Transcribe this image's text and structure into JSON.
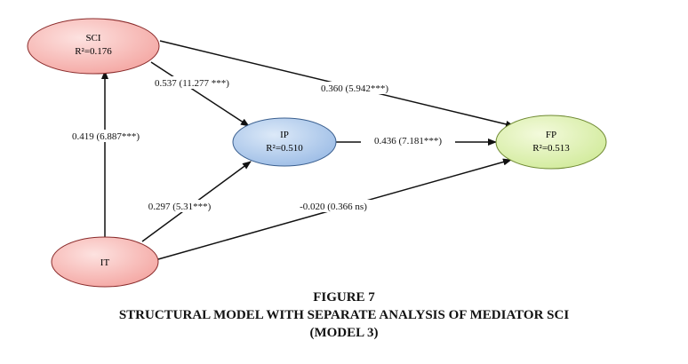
{
  "nodes": {
    "sci": {
      "name": "SCI",
      "r2": "R²=0.176",
      "fill": "#f7c7c4",
      "stroke": "#8a2b2b"
    },
    "ip": {
      "name": "IP",
      "r2": "R²=0.510",
      "fill": "#b9d2ef",
      "stroke": "#3a5f8f"
    },
    "fp": {
      "name": "FP",
      "r2": "R²=0.513",
      "fill": "#e2f2b8",
      "stroke": "#6f8a32"
    },
    "it": {
      "name": "IT",
      "r2": "",
      "fill": "#f7c7c4",
      "stroke": "#8a2b2b"
    }
  },
  "edges": {
    "it_sci": "0.419 (6.887***)",
    "sci_ip": "0.537 (11.277 ***)",
    "sci_fp": "0.360 (5.942***)",
    "ip_fp": "0.436 (7.181***)",
    "it_ip": "0.297 (5.31***)",
    "it_fp": "-0.020 (0.366 ns)"
  },
  "caption": {
    "figure": "FIGURE 7",
    "line1": "STRUCTURAL MODEL WITH SEPARATE ANALYSIS OF MEDIATOR SCI",
    "line2": "(MODEL 3)"
  }
}
